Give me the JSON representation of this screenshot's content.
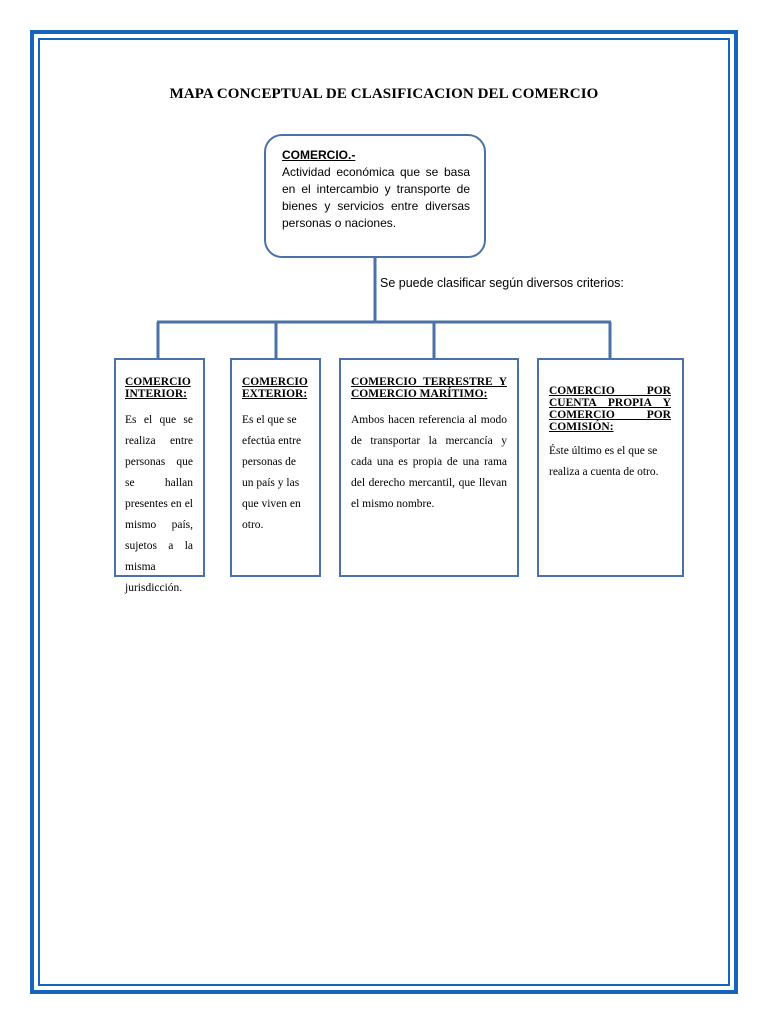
{
  "title": "MAPA CONCEPTUAL DE CLASIFICACION DEL COMERCIO",
  "root": {
    "heading": "COMERCIO.-",
    "text": "Actividad económica que se basa en el intercambio y transporte de bienes y servicios entre diversas personas o naciones."
  },
  "connector_label": "Se puede clasificar según diversos criterios:",
  "categories": [
    {
      "heading": "COMERCIO INTERIOR:",
      "text": "Es el que se realiza entre personas que se hallan presentes en el mismo país, sujetos a la misma jurisdicción."
    },
    {
      "heading": "COMERCIO EXTERIOR:",
      "text": "Es el que se efectúa entre personas de un país y las que viven en otro."
    },
    {
      "heading": "COMERCIO TERRESTRE Y COMERCIO MARÍTIMO:",
      "text": "Ambos hacen referencia al modo de transportar la mercancía y cada una es propia de una rama del derecho mercantil, que llevan el mismo nombre."
    },
    {
      "heading": "COMERCIO POR CUENTA PROPIA Y COMERCIO POR COMISIÓN:",
      "text": "Éste último es el que se realiza a cuenta de otro."
    }
  ],
  "colors": {
    "page_border": "#1565c0",
    "box_border": "#4a72a8"
  }
}
